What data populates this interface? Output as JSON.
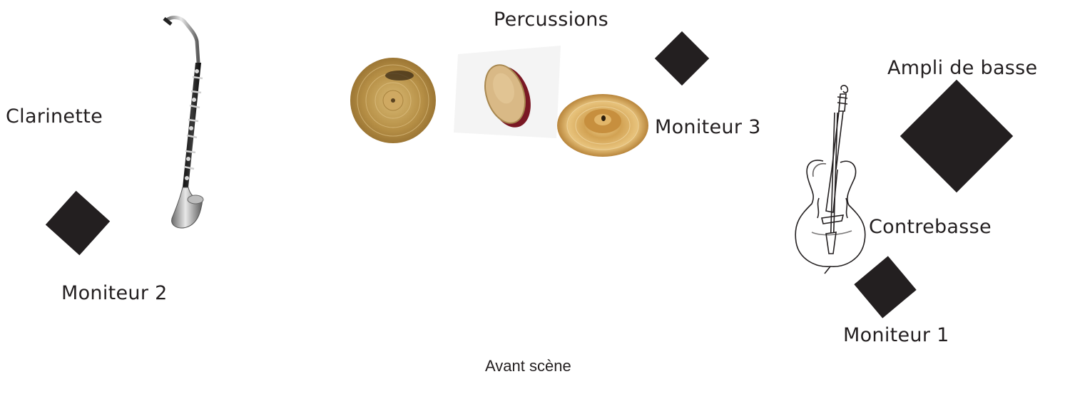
{
  "labels": {
    "clarinette": "Clarinette",
    "moniteur_2": "Moniteur 2",
    "percussions": "Percussions",
    "moniteur_3": "Moniteur 3",
    "ampli_de_basse": "Ampli de basse",
    "contrebasse": "Contrebasse",
    "moniteur_1": "Moniteur 1",
    "avant_scene": "Avant scène"
  },
  "icons": {
    "clarinet": "bass-clarinet-icon",
    "cymbal_1": "crash-cymbal-icon",
    "hand_drum": "hand-drum-icon",
    "cymbal_2": "splash-cymbal-icon",
    "double_bass": "double-bass-icon",
    "monitor": "stage-monitor-icon",
    "amp": "bass-amp-icon"
  },
  "colors": {
    "ink": "#231f20",
    "brass": "#c9a04a",
    "drum_rim": "#8a1f2a"
  }
}
